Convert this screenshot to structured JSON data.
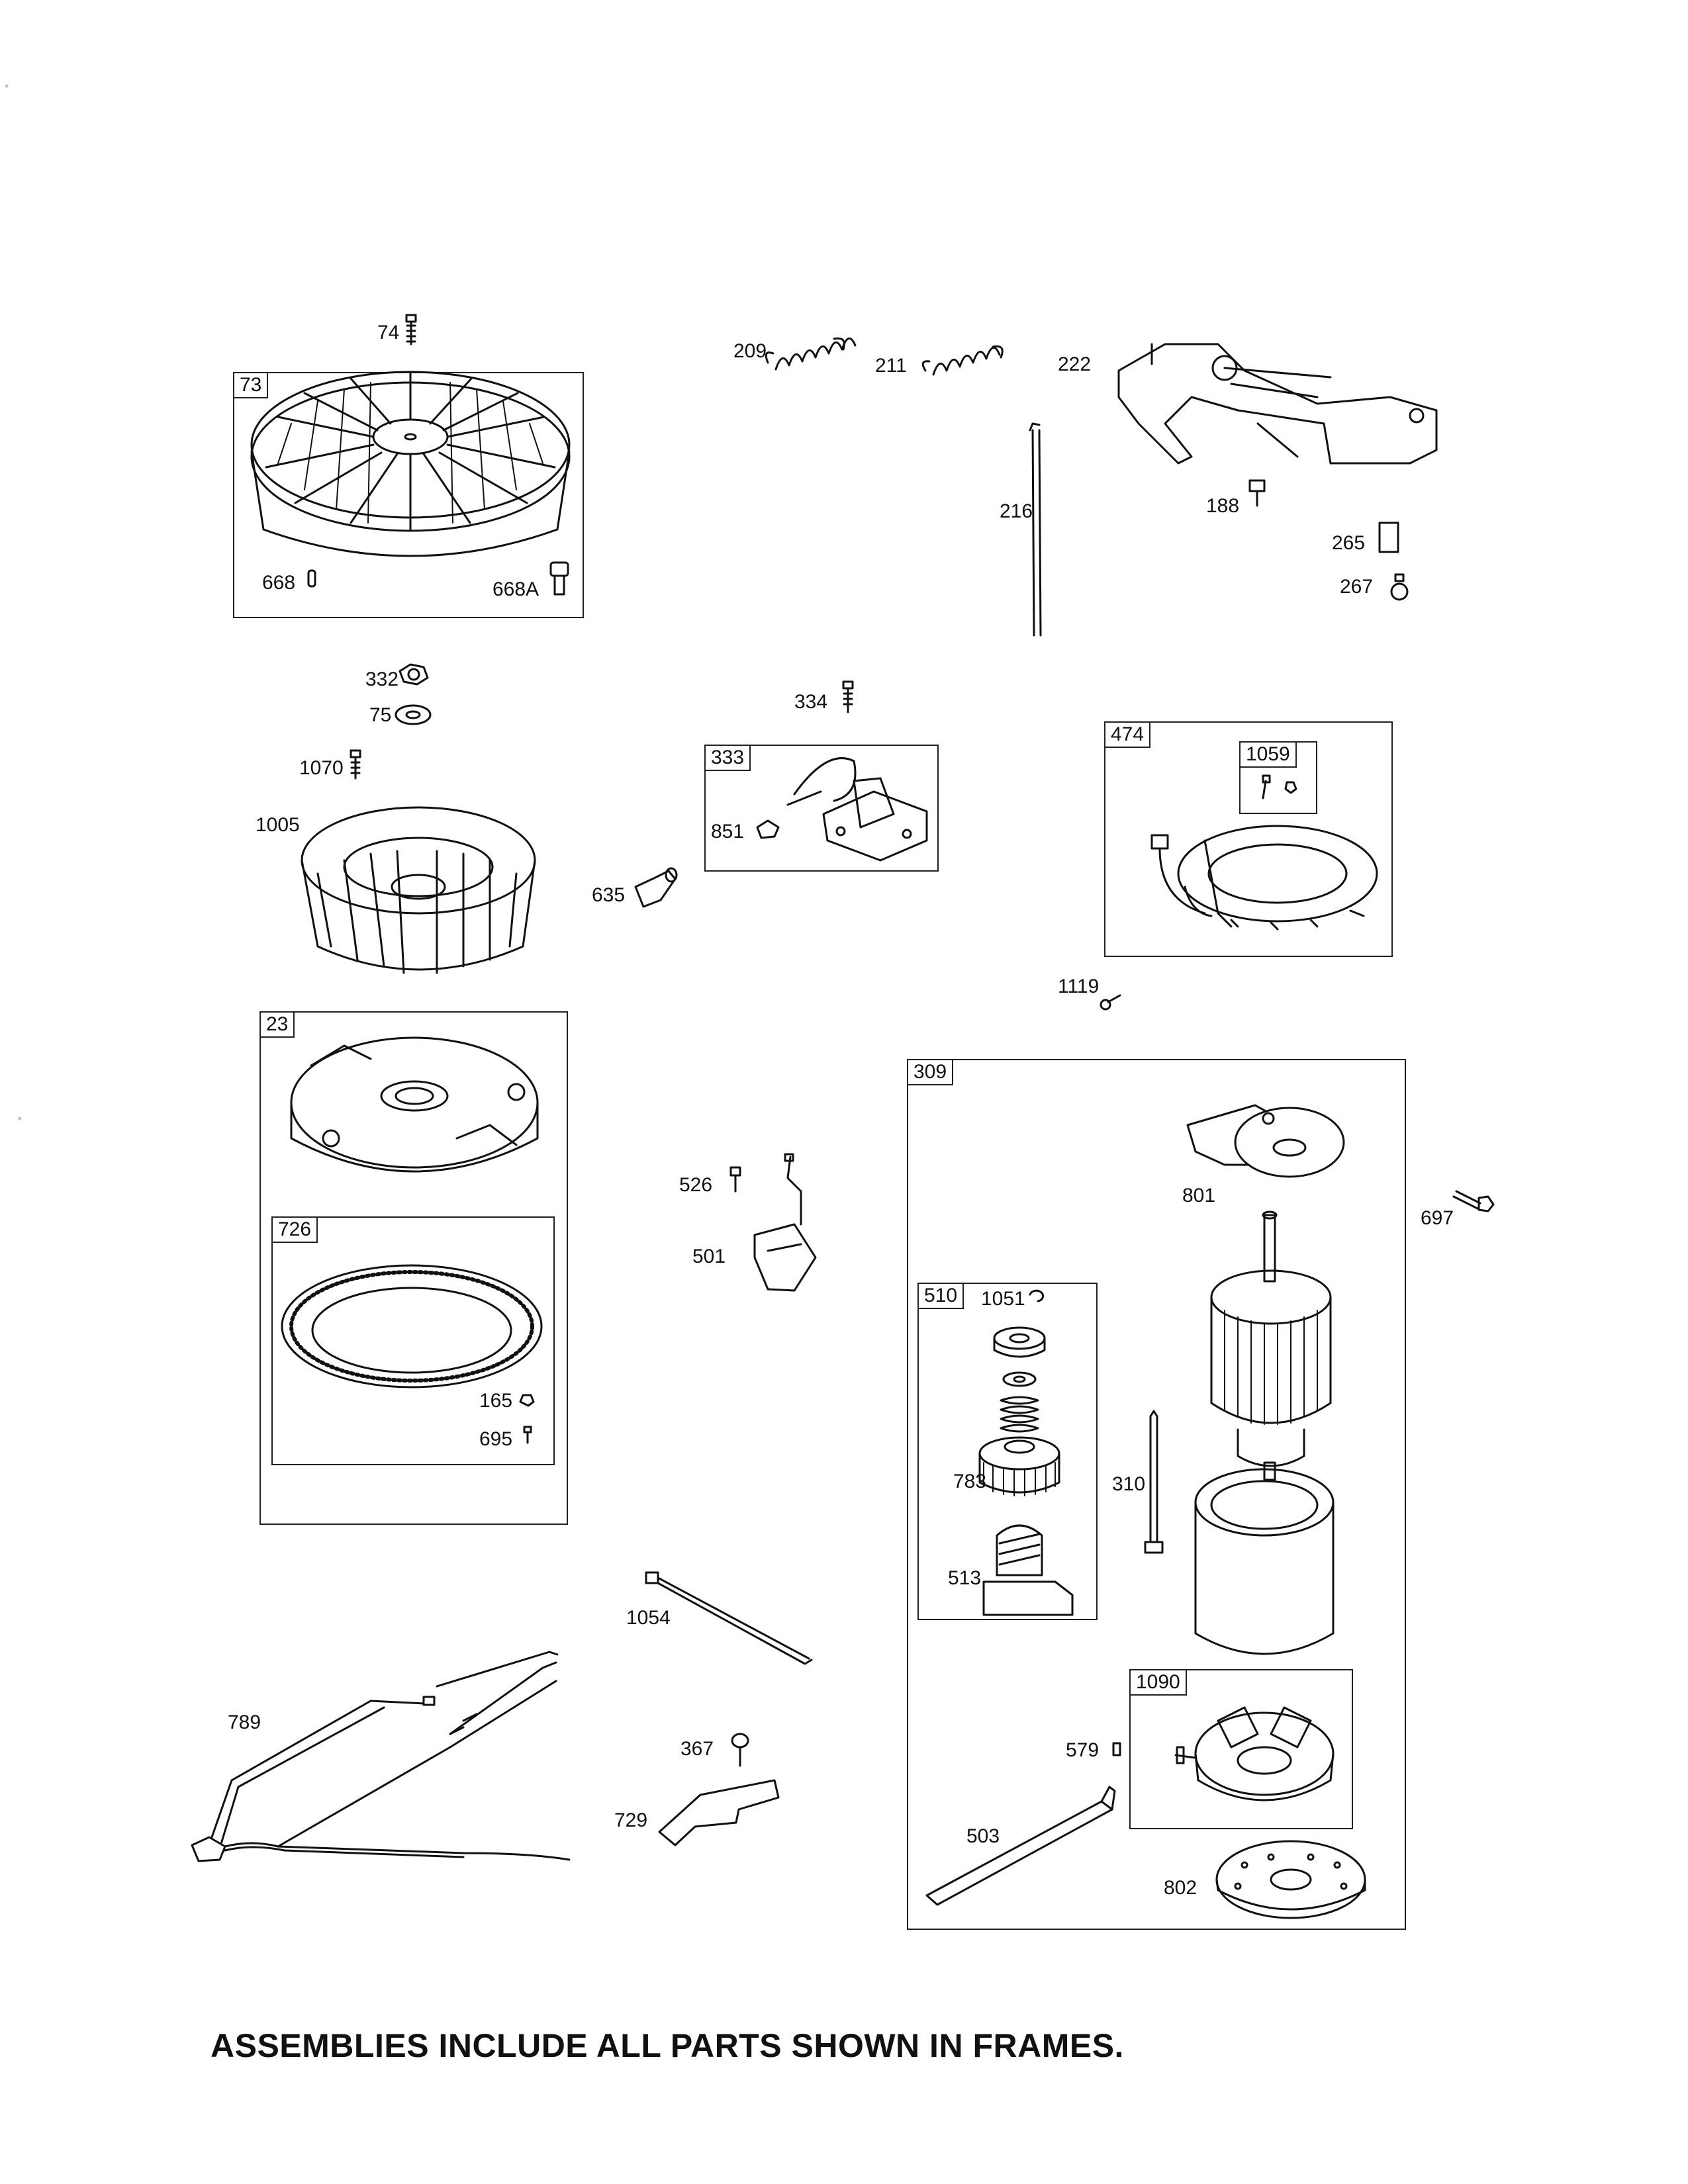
{
  "frames": {
    "f73": "73",
    "f333": "333",
    "f474": "474",
    "f1059": "1059",
    "f23": "23",
    "f726": "726",
    "f309": "309",
    "f510": "510",
    "f1090": "1090"
  },
  "labels": {
    "p74": "74",
    "p668": "668",
    "p668a": "668A",
    "p209": "209",
    "p211": "211",
    "p222": "222",
    "p216": "216",
    "p188": "188",
    "p265": "265",
    "p267": "267",
    "p332": "332",
    "p75": "75",
    "p1070": "1070",
    "p1005": "1005",
    "p334": "334",
    "p851": "851",
    "p635": "635",
    "p1119": "1119",
    "p526": "526",
    "p501": "501",
    "p165": "165",
    "p695": "695",
    "p801": "801",
    "p697": "697",
    "p1051": "1051",
    "p783": "783",
    "p310": "310",
    "p513": "513",
    "p1054": "1054",
    "p789": "789",
    "p367": "367",
    "p729": "729",
    "p579": "579",
    "p503": "503",
    "p802": "802"
  },
  "footer": "ASSEMBLIES INCLUDE ALL PARTS SHOWN IN FRAMES."
}
